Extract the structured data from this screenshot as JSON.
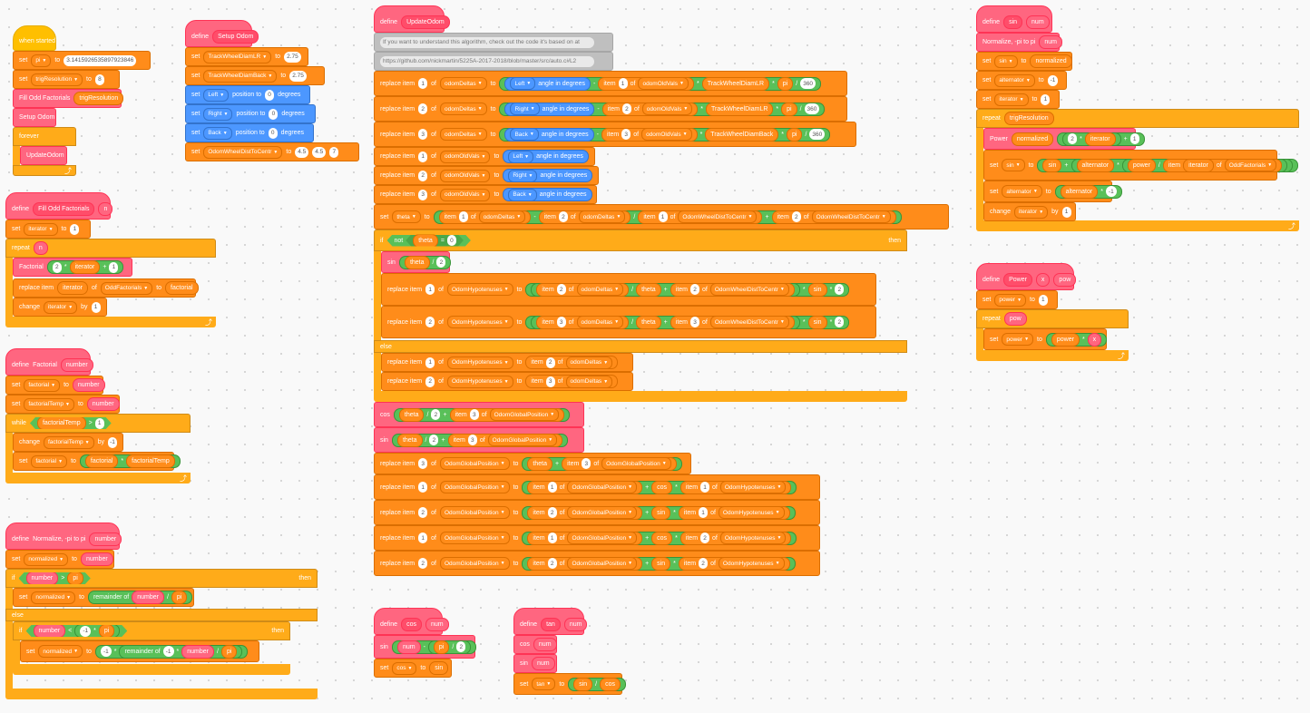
{
  "text": {
    "when_started": "when started",
    "set": "set",
    "to": "to",
    "fill_odd_factorials": "Fill Odd Factorials",
    "trig_resolution": "trigResolution",
    "setup_odom": "Setup Odom",
    "forever": "forever",
    "update_odom": "UpdateOdom",
    "pi": "pi",
    "pi_value": "3.1415926535897923846",
    "val_8": "8",
    "define": "define",
    "n": "n",
    "iterator": "iterator",
    "val_1": "1",
    "repeat": "repeat",
    "factorial": "Factorial",
    "val_2": "2",
    "replace_item": "replace item",
    "of": "of",
    "odd_factorials": "OddFactorials",
    "factorial_var": "factorial",
    "change": "change",
    "by": "by",
    "number": "number",
    "factorial_temp": "factorialTemp",
    "while": "while",
    "val_neg1": "-1",
    "normalize": "Normalize, -pi to pi",
    "normalized": "normalized",
    "if": "if",
    "then": "then",
    "else": "else",
    "remainder_of": "remainder of",
    "track_wheel_diam_lr": "TrackWheelDiamLR",
    "track_wheel_diam_back": "TrackWheelDiamBack",
    "val_275": "2.75",
    "left": "Left",
    "right": "Right",
    "back": "Back",
    "position_to": "position to",
    "val_0": "0",
    "degrees": "degrees",
    "odom_wheel_dist": "OdomWheelDistToCentr",
    "val_45": "4.5",
    "val_7": "7",
    "comment_1": "If you want to understand this algorithm, check out the code it's based on at",
    "comment_2": "https://github.com/nickmartin/5225A-2017-2018/blob/master/src/auto.c#L2",
    "odom_deltas": "odomDeltas",
    "angle_in_degrees": "angle in degrees",
    "item": "item",
    "odom_old_vals": "odomOldVals",
    "val_360": "360",
    "val_3": "3",
    "theta": "theta",
    "not": "not",
    "sin": "sin",
    "cos": "cos",
    "tan": "tan",
    "odom_hypotenuses": "OdomHypotenuses",
    "odom_global_position": "OdomGlobalPosition",
    "num": "num",
    "alternator": "alternator",
    "power": "Power",
    "power_var": "power",
    "x": "x",
    "pow": "pow",
    "plus": "+",
    "minus": "-",
    "times": "*",
    "div": "/",
    "eq": "=",
    "gt": ">",
    "lt": "<"
  },
  "colors": {
    "events": "#ffbf00",
    "variables": "#ff8c1a",
    "my_blocks": "#ff6680",
    "motion": "#4c97ff",
    "operators": "#59c059",
    "control": "#ffab19",
    "comment": "#bfbfbf"
  }
}
